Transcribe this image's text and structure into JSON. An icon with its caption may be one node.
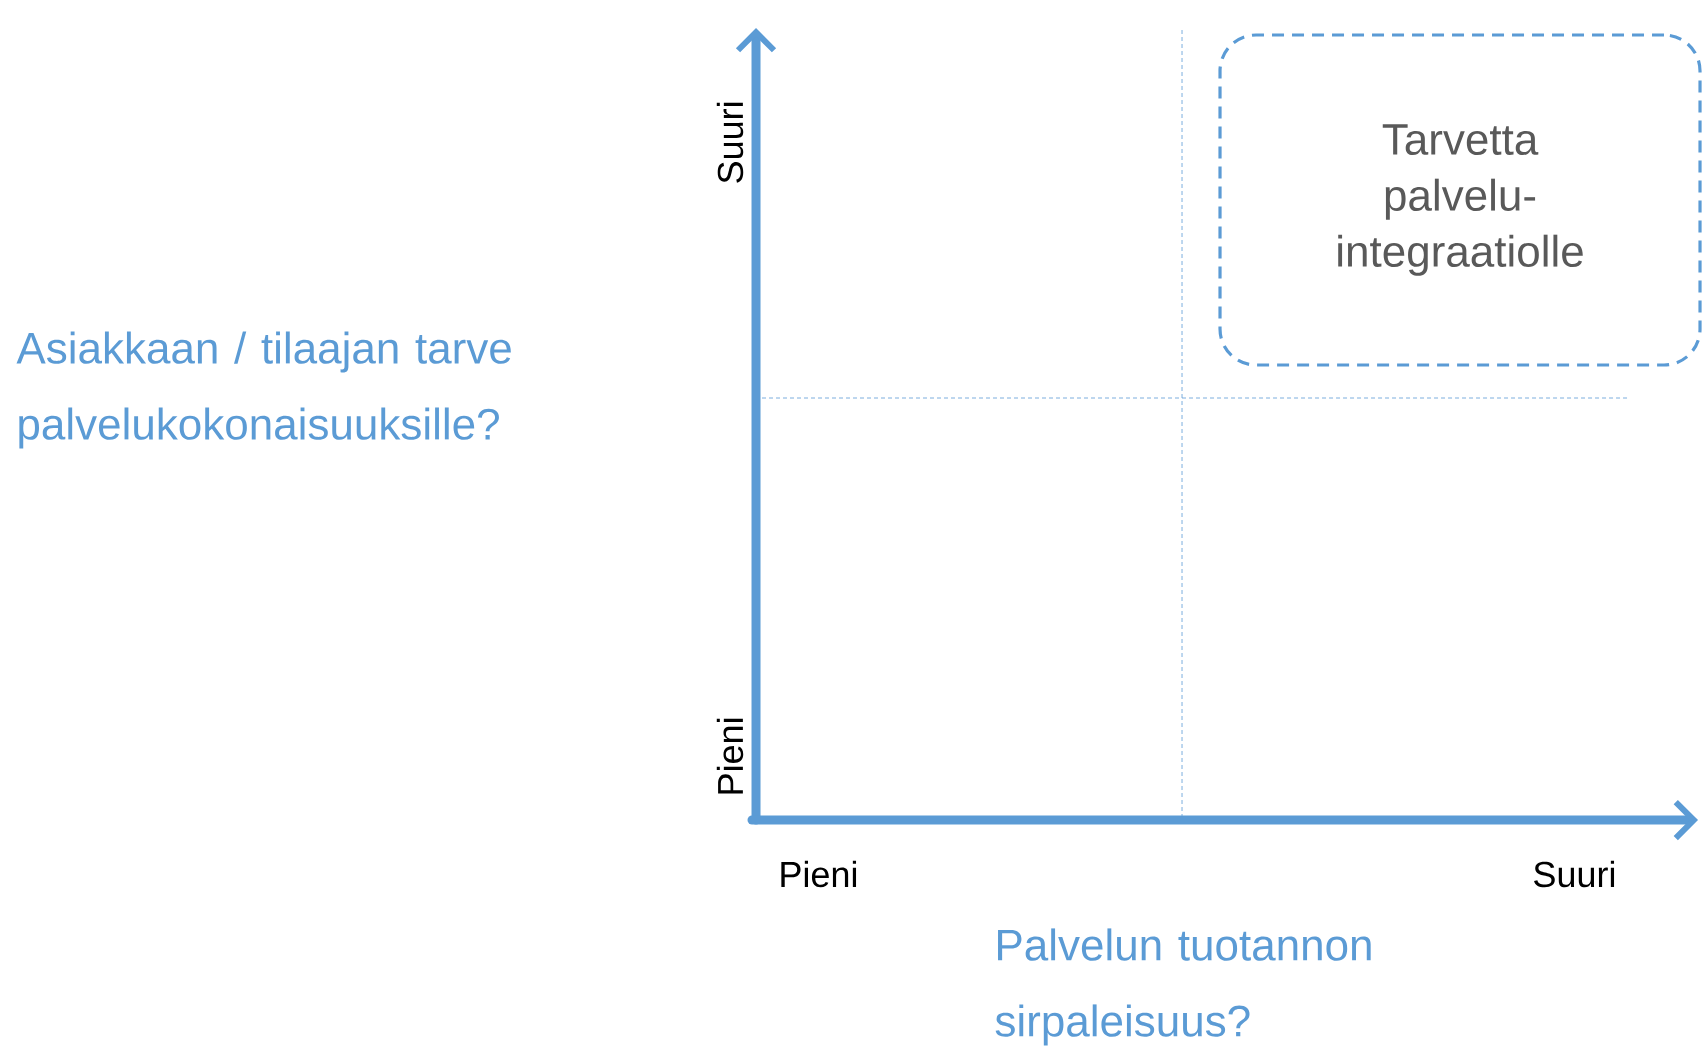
{
  "diagram": {
    "nodes": [
      {
        "text": [
          "Tarvetta palvelu- integraatiolle"
        ]
      }
    ],
    "labels": [
      "Suuri",
      "Asiakkaan / tilaajan tarve palvelukokonaisuuksille?",
      "Pieni",
      "Pieni",
      "Suuri",
      "Palvelun tuotannon sirpaleisuus?"
    ]
  }
}
